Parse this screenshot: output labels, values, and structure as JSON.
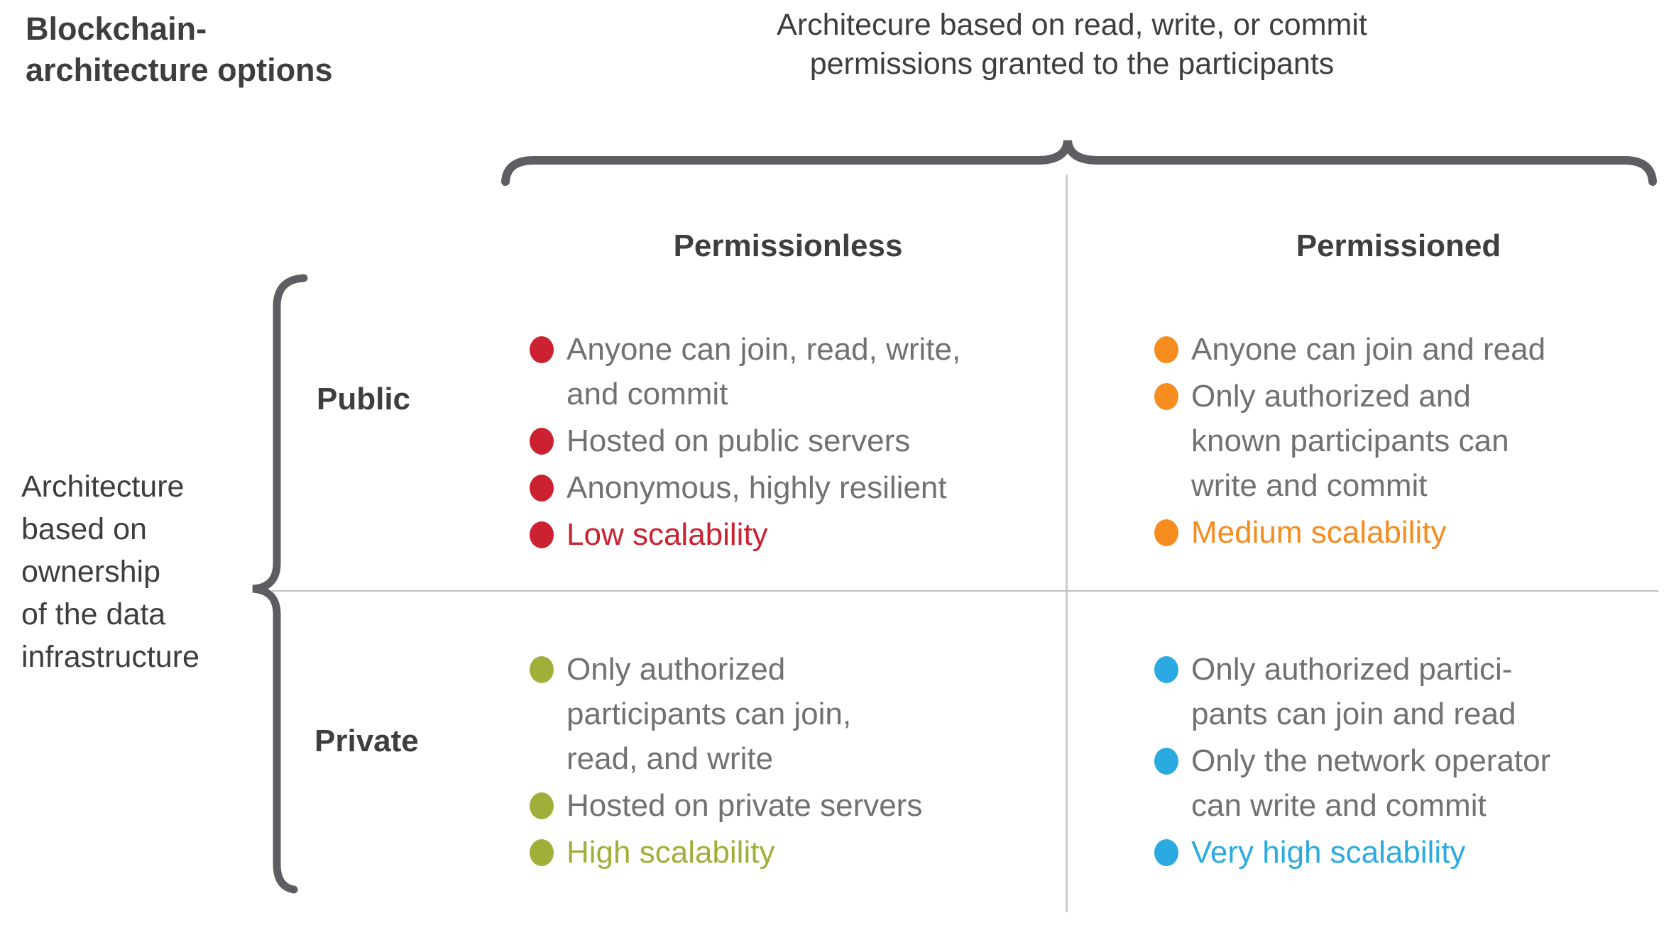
{
  "figure_title": {
    "line1": "Blockchain-",
    "line2": "architecture options"
  },
  "top_axis": {
    "line1": "Architecure based on read, write, or commit",
    "line2": "permissions granted to the participants"
  },
  "left_axis": {
    "lines": [
      "Architecture",
      "based on",
      "ownership",
      "of the data",
      "infrastructure"
    ]
  },
  "columns": {
    "permissionless": "Permissionless",
    "permissioned": "Permissioned"
  },
  "rows": {
    "public": "Public",
    "private": "Private"
  },
  "colors": {
    "red": "#cc2130",
    "orange": "#f68b1e",
    "olive": "#a2ae3a",
    "blue": "#2baae2",
    "text_gray": "#717174",
    "heading": "#3d3e40",
    "brace": "#5d5e61",
    "divider_v": "#cccdce",
    "divider_h": "#bfc0c2"
  },
  "quadrants": {
    "public_permissionless": {
      "accent": "red",
      "items": [
        {
          "lines": [
            "Anyone can join, read, write,",
            "and commit"
          ]
        },
        {
          "lines": [
            "Hosted on public servers"
          ]
        },
        {
          "lines": [
            "Anonymous, highly resilient"
          ]
        },
        {
          "lines": [
            "Low scalability"
          ],
          "highlight": true
        }
      ]
    },
    "public_permissioned": {
      "accent": "orange",
      "items": [
        {
          "lines": [
            "Anyone can join and read"
          ]
        },
        {
          "lines": [
            "Only authorized and",
            "known participants can",
            "write and commit"
          ]
        },
        {
          "lines": [
            "Medium scalability"
          ],
          "highlight": true
        }
      ]
    },
    "private_permissionless": {
      "accent": "olive",
      "items": [
        {
          "lines": [
            "Only authorized",
            "participants can join,",
            "read, and write"
          ]
        },
        {
          "lines": [
            "Hosted on private servers"
          ]
        },
        {
          "lines": [
            "High scalability"
          ],
          "highlight": true
        }
      ]
    },
    "private_permissioned": {
      "accent": "blue",
      "items": [
        {
          "lines": [
            "Only authorized partici-",
            "pants can join and read"
          ]
        },
        {
          "lines": [
            "Only the network operator",
            "can write and commit"
          ]
        },
        {
          "lines": [
            "Very high scalability"
          ],
          "highlight": true
        }
      ]
    }
  }
}
